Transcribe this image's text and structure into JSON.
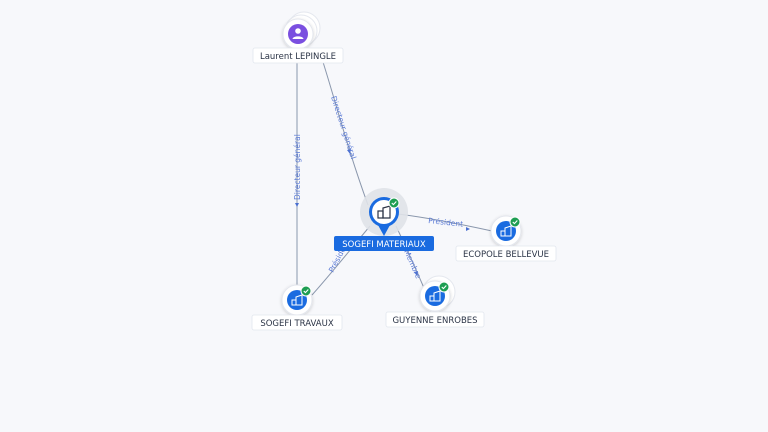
{
  "nodes": {
    "person": {
      "label": "Laurent LEPINGLE",
      "icon": "person-icon",
      "color": "#7a4fe0"
    },
    "main": {
      "label": "SOGEFI MATERIAUX",
      "icon": "company-icon",
      "color": "#1a6be0",
      "verified": true
    },
    "ecopole": {
      "label": "ECOPOLE BELLEVUE",
      "icon": "company-icon",
      "color": "#1a6be0",
      "verified": true
    },
    "guyenne": {
      "label": "GUYENNE ENROBES",
      "icon": "company-icon",
      "color": "#1a6be0",
      "verified": true
    },
    "travaux": {
      "label": "SOGEFI TRAVAUX",
      "icon": "company-icon",
      "color": "#1a6be0",
      "verified": true
    }
  },
  "edges": {
    "person_travaux": {
      "label": "Directeur général"
    },
    "person_main": {
      "label": "Directeur général"
    },
    "main_ecopole": {
      "label": "Président"
    },
    "main_guyenne": {
      "label": "Membre"
    },
    "main_travaux": {
      "label": "Président"
    }
  },
  "colors": {
    "verified": "#1e9e52",
    "edge": "#8a97ac",
    "edge_label": "#5b7bd6"
  }
}
